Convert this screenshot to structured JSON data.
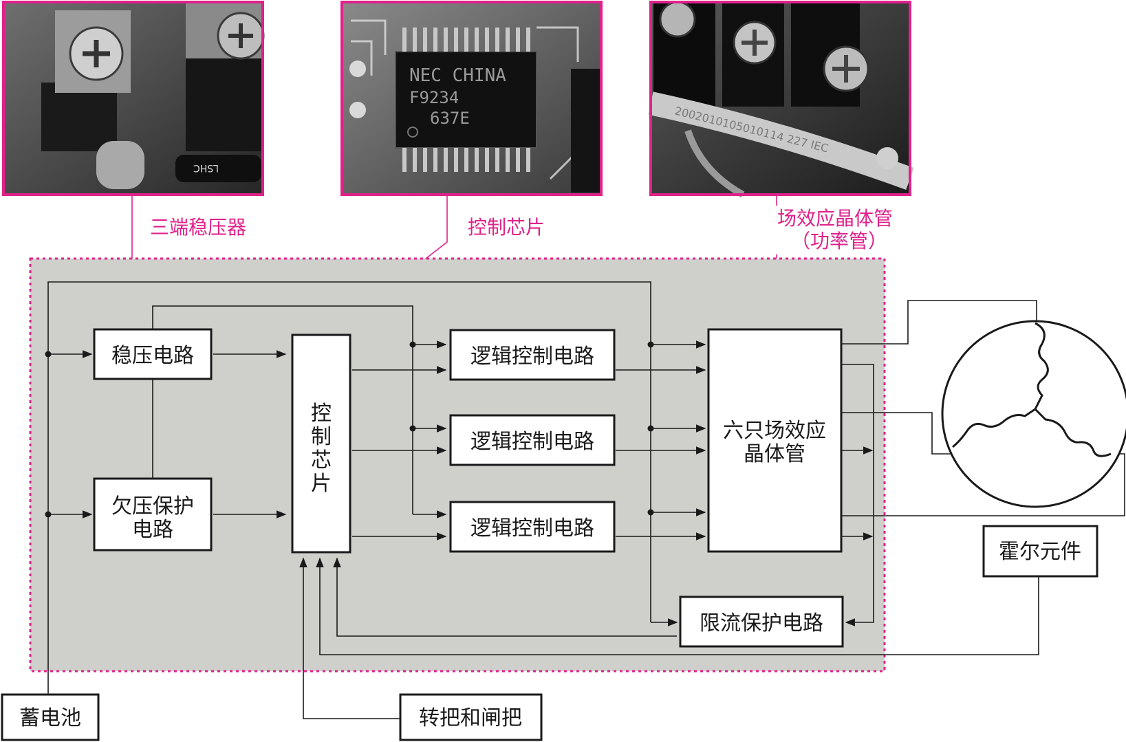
{
  "callouts": {
    "regulator": "三端稳压器",
    "chip": "控制芯片",
    "fet_line1": "场效应晶体管",
    "fet_line2": "（功率管）"
  },
  "photos": [
    {
      "name": "regulator-photo"
    },
    {
      "name": "chip-photo",
      "markings": [
        "NEC CHINA",
        "F9234",
        "637E"
      ]
    },
    {
      "name": "fet-photo",
      "markings": [
        "2002010105010114 227 IEC"
      ]
    }
  ],
  "blocks": {
    "regulator": "稳压电路",
    "undervoltage_line1": "欠压保护",
    "undervoltage_line2": "电路",
    "control_chip": [
      "控",
      "制",
      "芯",
      "片"
    ],
    "logic": "逻辑控制电路",
    "fets_line1": "六只场效应",
    "fets_line2": "晶体管",
    "current_limit": "限流保护电路",
    "hall": "霍尔元件",
    "battery": "蓄电池",
    "throttle": "转把和闸把"
  },
  "colors": {
    "accent": "#e0218a",
    "panel": "#cfcfcb",
    "line": "#1a1a1a"
  }
}
